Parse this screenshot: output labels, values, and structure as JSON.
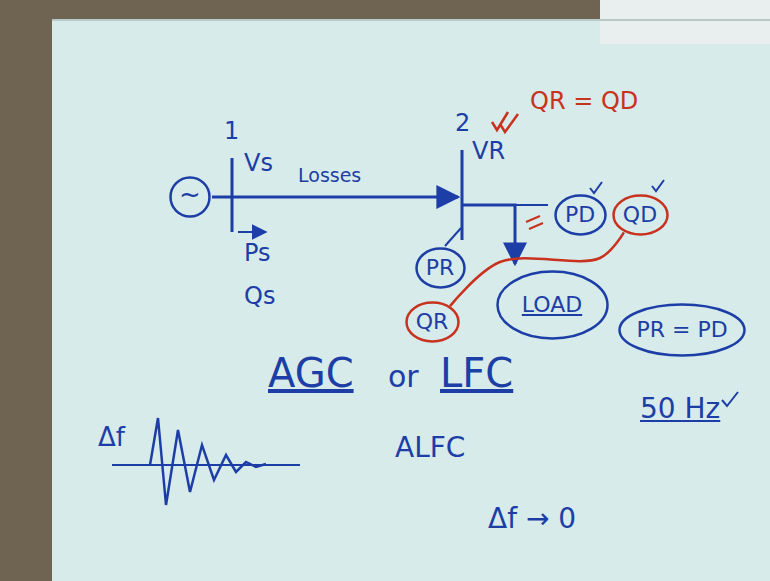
{
  "diagram": {
    "nodes": [
      {
        "text": [
          "~"
        ]
      },
      {
        "text": [
          "PD"
        ]
      },
      {
        "text": [
          "QD"
        ]
      },
      {
        "text": [
          "PR"
        ]
      },
      {
        "text": [
          "LOAD"
        ]
      },
      {
        "text": [
          "QR"
        ]
      },
      {
        "text": [
          "PR = PD"
        ]
      }
    ],
    "edges": [
      {
        "from": 5,
        "to": 2,
        "arrow": "none"
      }
    ],
    "labels": [
      "QR = QD",
      "2",
      "1",
      "VR",
      "Vs",
      "Losses",
      "Ps",
      "Qs",
      "AGC",
      "or",
      "LFC",
      "50 Hz",
      "Δf",
      "ALFC",
      "Δf → 0"
    ]
  }
}
